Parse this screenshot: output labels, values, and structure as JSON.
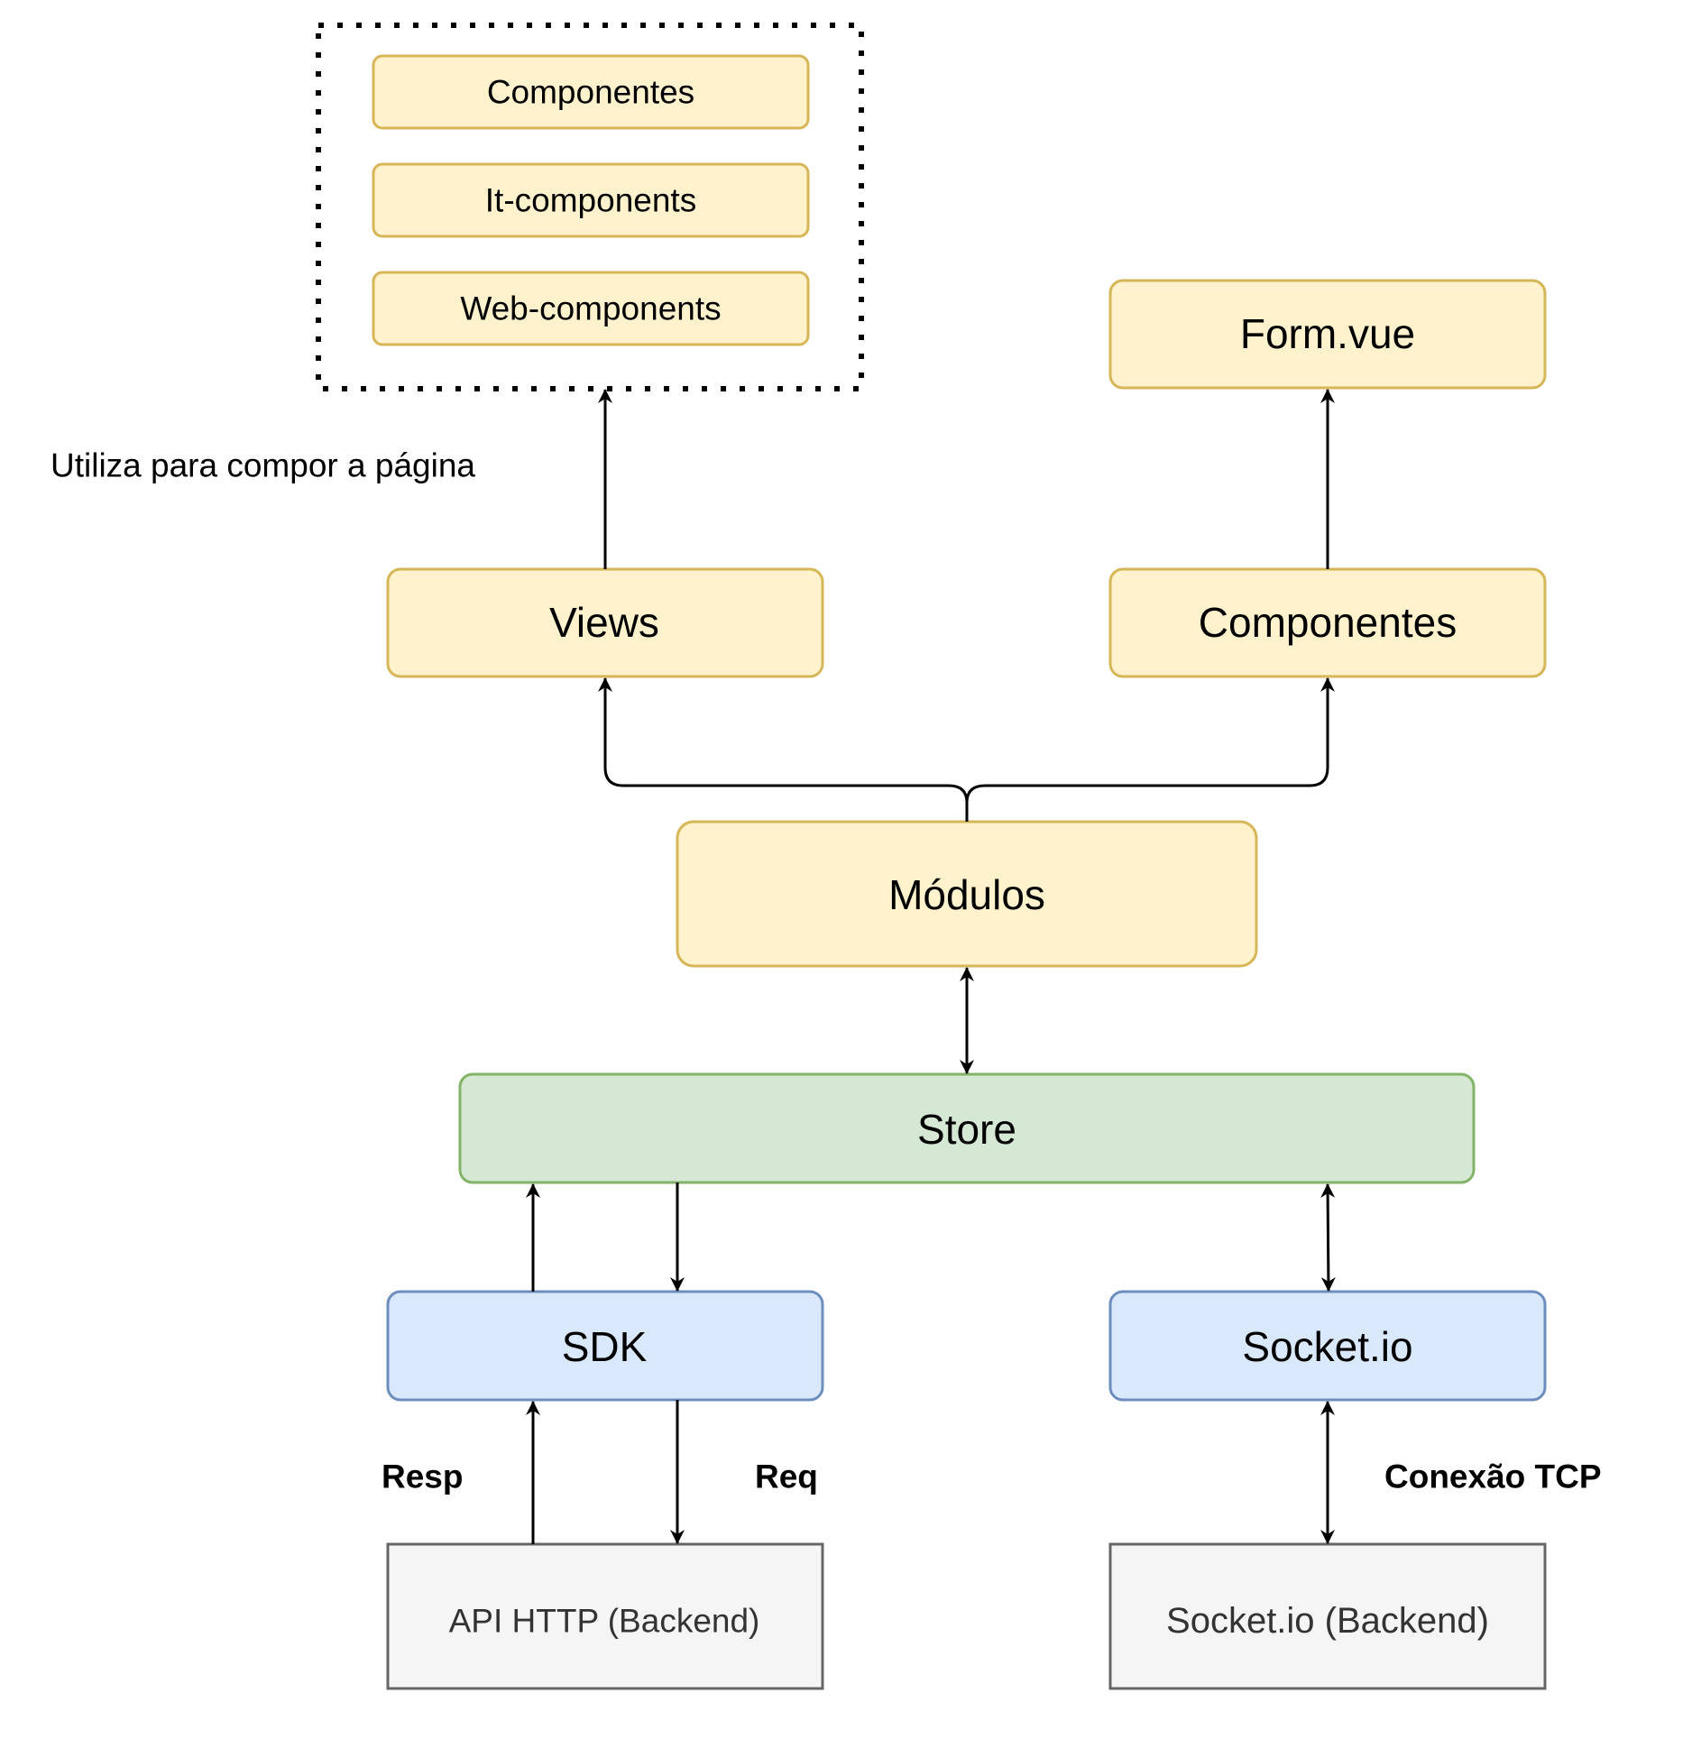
{
  "group_box": {
    "items": [
      "Componentes",
      "It-components",
      "Web-components"
    ]
  },
  "nodes": {
    "form_vue": "Form.vue",
    "views": "Views",
    "componentes": "Componentes",
    "modulos": "Módulos",
    "store": "Store",
    "sdk": "SDK",
    "socketio": "Socket.io",
    "api_http": "API HTTP (Backend)",
    "socketio_backend": "Socket.io (Backend)"
  },
  "labels": {
    "utiliza": "Utiliza para compor a página",
    "resp": "Resp",
    "req": "Req",
    "conexao_tcp": "Conexão TCP"
  },
  "colors": {
    "yellow_fill": "#fff2cc",
    "yellow_stroke": "#d6b656",
    "green_fill": "#d5e8d4",
    "green_stroke": "#82b366",
    "blue_fill": "#dae8fc",
    "blue_stroke": "#6c8ebf",
    "gray_fill": "#f5f5f5",
    "gray_stroke": "#666666",
    "gray_text": "#333333"
  }
}
